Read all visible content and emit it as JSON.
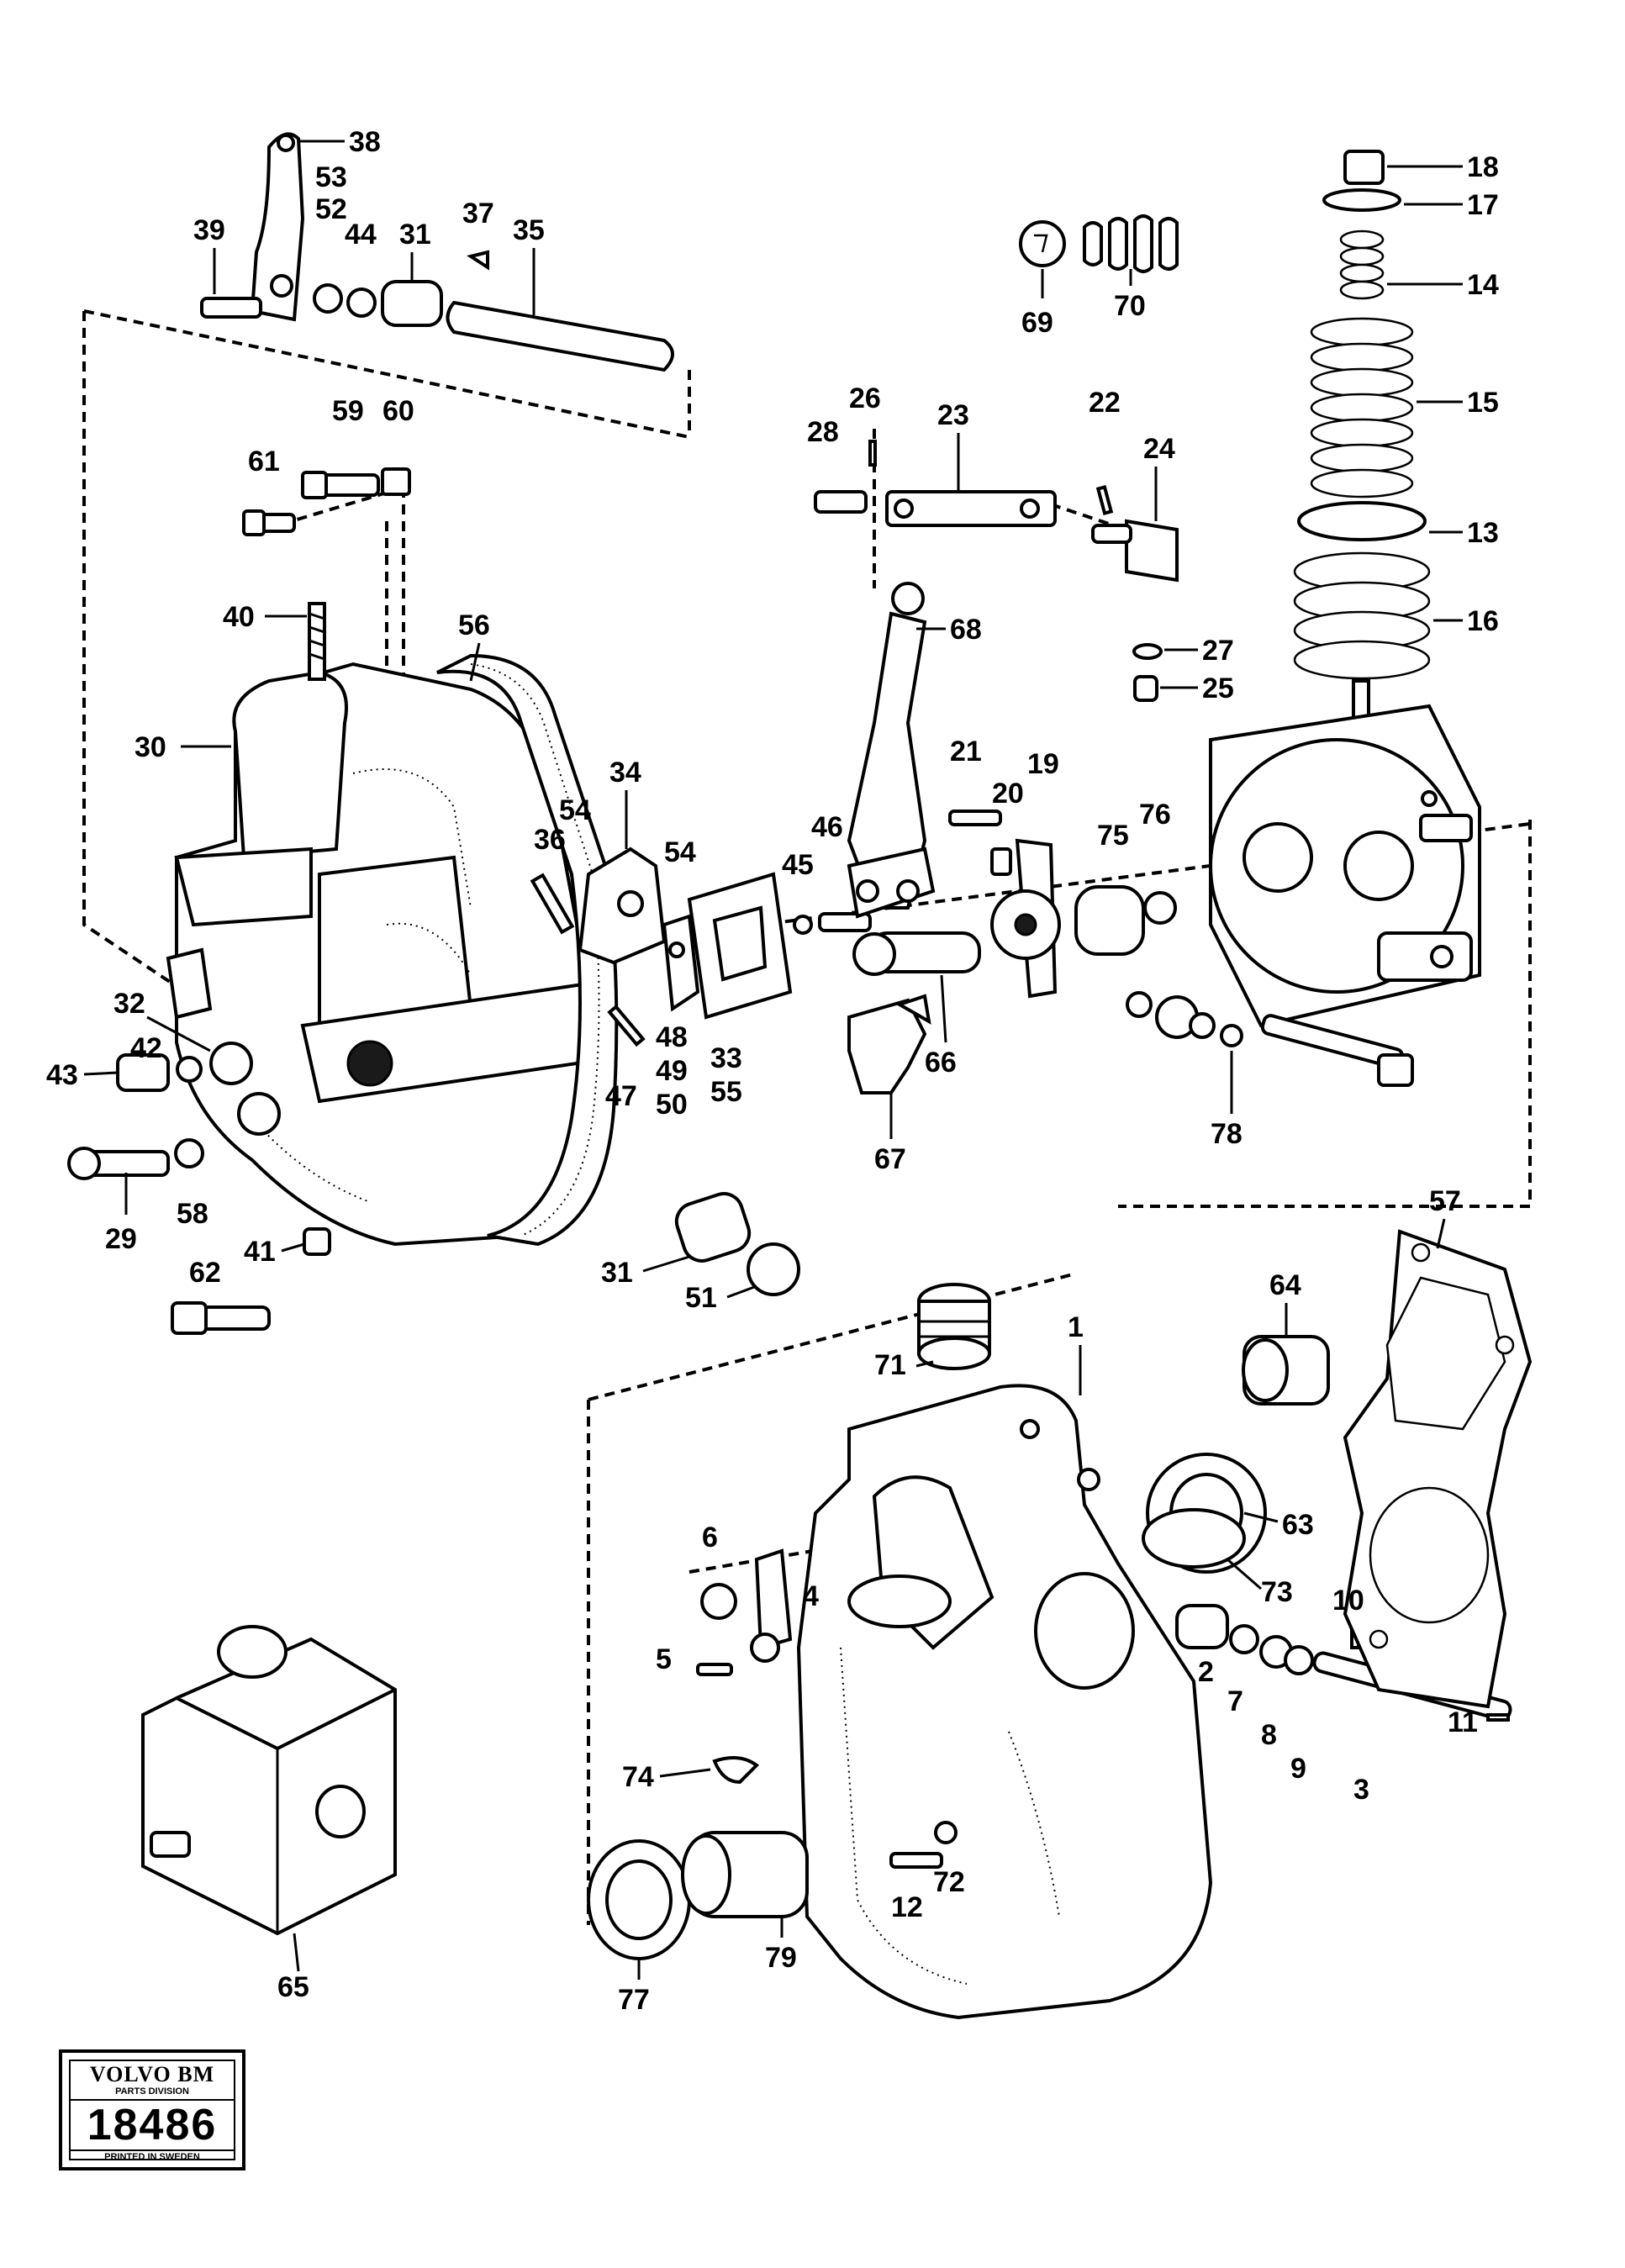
{
  "logo": {
    "brand": "VOLVO BM",
    "division": "PARTS DIVISION",
    "number": "18486",
    "printed": "PRINTED IN SWEDEN"
  },
  "callouts": [
    "1",
    "2",
    "3",
    "4",
    "5",
    "6",
    "7",
    "8",
    "9",
    "10",
    "11",
    "12",
    "13",
    "14",
    "15",
    "16",
    "17",
    "18",
    "19",
    "20",
    "21",
    "22",
    "23",
    "24",
    "25",
    "26",
    "27",
    "28",
    "29",
    "30",
    "31",
    "31",
    "32",
    "33",
    "34",
    "35",
    "36",
    "37",
    "38",
    "39",
    "40",
    "41",
    "42",
    "43",
    "44",
    "45",
    "46",
    "47",
    "48",
    "49",
    "50",
    "51",
    "52",
    "53",
    "54",
    "54",
    "55",
    "56",
    "57",
    "58",
    "59",
    "60",
    "61",
    "62",
    "63",
    "64",
    "65",
    "66",
    "67",
    "68",
    "69",
    "70",
    "71",
    "72",
    "73",
    "74",
    "75",
    "76",
    "77",
    "78",
    "79"
  ]
}
